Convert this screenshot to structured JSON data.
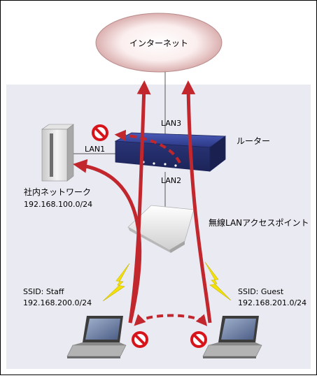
{
  "internet": {
    "label": "インターネット"
  },
  "ports": {
    "lan1": "LAN1",
    "lan2": "LAN2",
    "lan3": "LAN3"
  },
  "router": {
    "label": "ルーター"
  },
  "internal_network": {
    "label": "社内ネットワーク",
    "subnet": "192.168.100.0/24"
  },
  "access_point": {
    "label": "無線LANアクセスポイント"
  },
  "staff": {
    "ssid": "SSID: Staff",
    "subnet": "192.168.200.0/24"
  },
  "guest": {
    "ssid": "SSID: Guest",
    "subnet": "192.168.201.0/24"
  },
  "colors": {
    "zone_bg": "#eaeaf3",
    "arrow_red": "#c1272d",
    "router_blue": "#2e3a8c",
    "prohibit_red": "#d8141b",
    "lightning_yellow": "#f4e10a",
    "cloud_inner": "#ffffff",
    "cloud_outer": "#d3a0a0"
  }
}
